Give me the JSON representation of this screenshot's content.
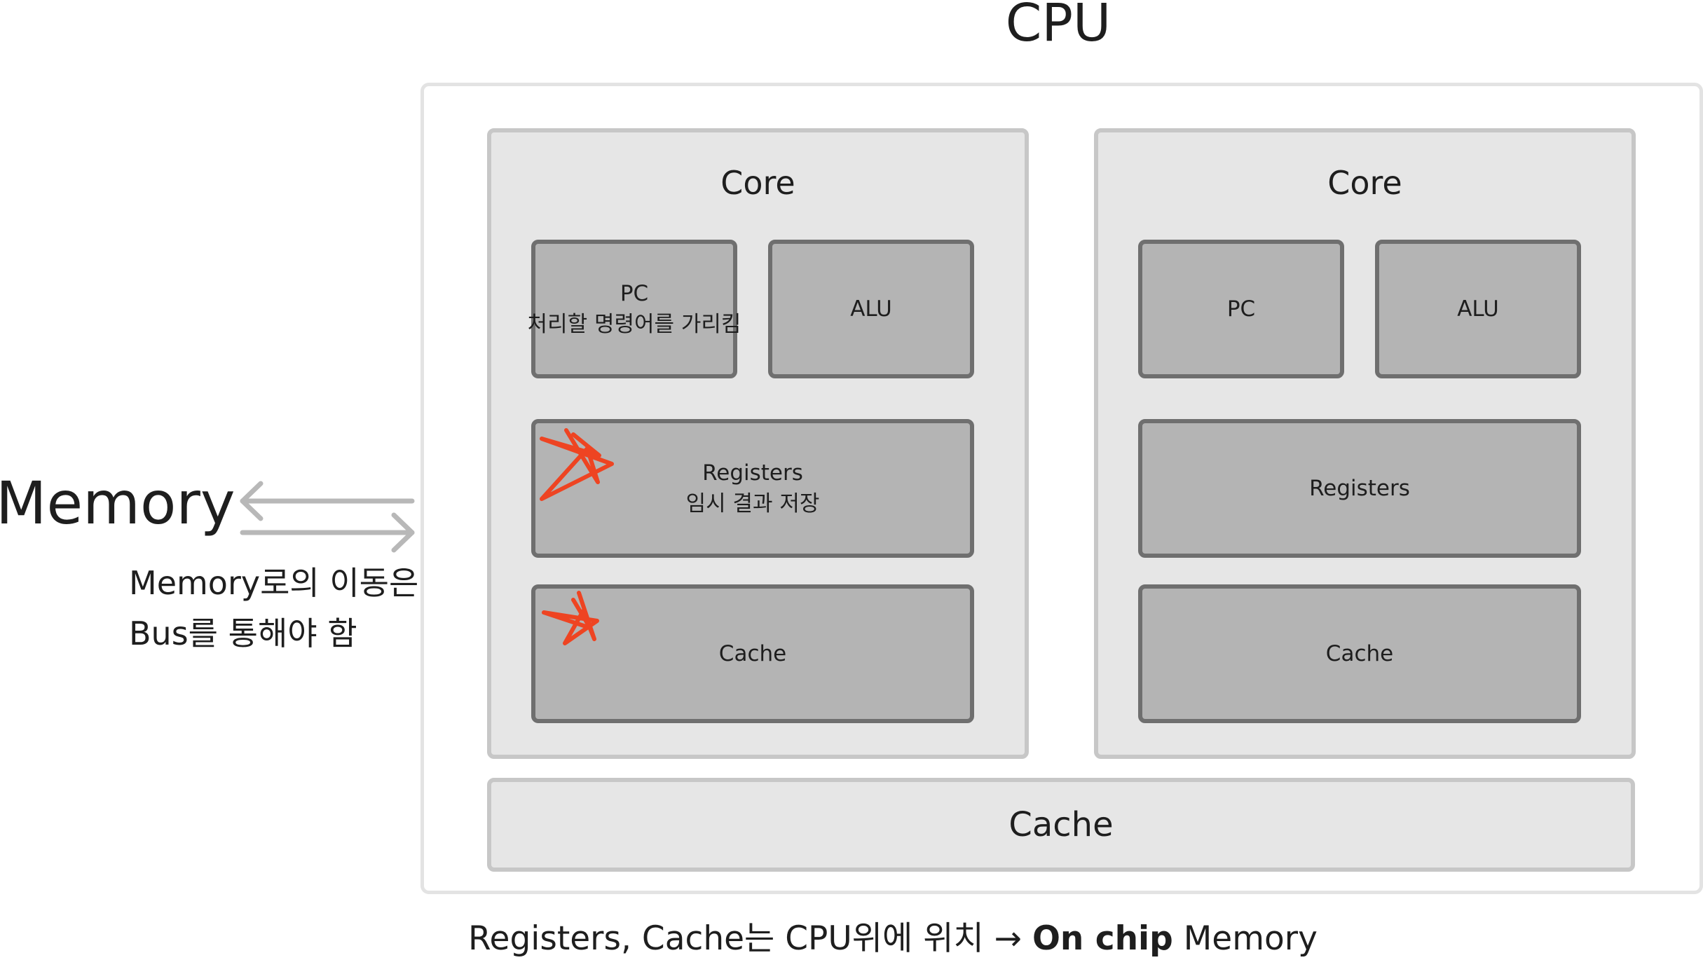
{
  "title": "CPU",
  "cores": [
    {
      "label": "Core",
      "pc": {
        "label": "PC",
        "note": "처리할 명령어를 가리킴"
      },
      "alu": {
        "label": "ALU"
      },
      "registers": {
        "label": "Registers",
        "note": "임시 결과 저장"
      },
      "cache": {
        "label": "Cache"
      }
    },
    {
      "label": "Core",
      "pc": {
        "label": "PC",
        "note": ""
      },
      "alu": {
        "label": "ALU"
      },
      "registers": {
        "label": "Registers",
        "note": ""
      },
      "cache": {
        "label": "Cache"
      }
    }
  ],
  "shared_cache": "Cache",
  "memory": {
    "label": "Memory",
    "note_line1": "Memory로의 이동은",
    "note_line2": "Bus를 통해야 함"
  },
  "footnote": {
    "prefix": "Registers, Cache는 CPU위에 위치 → ",
    "bold": "On chip",
    "suffix": " Memory"
  },
  "colors": {
    "core_fill": "#e6e6e6",
    "unit_fill": "#b4b4b4",
    "unit_border": "#6f6f6f",
    "arrow": "#b8b8b8",
    "star_annotation": "#ee4422"
  },
  "icons": [
    "bidirectional-arrow-icon",
    "star-annotation-icon"
  ]
}
